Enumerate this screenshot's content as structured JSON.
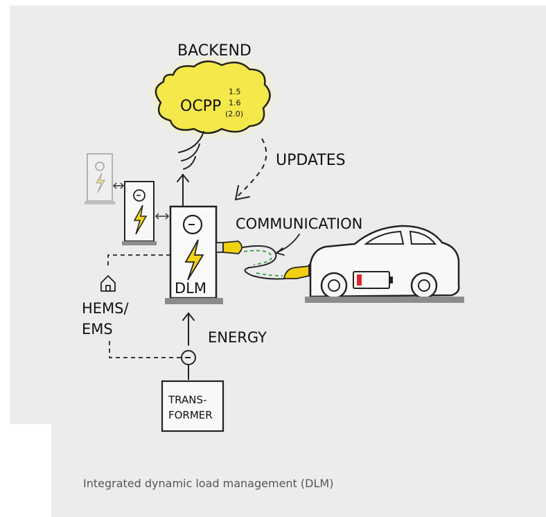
{
  "diagram": {
    "backend_label": "BACKEND",
    "cloud_main": "OCPP",
    "cloud_versions": [
      "1.5",
      "1.6",
      "(2.0)"
    ],
    "updates_label": "UPDATES",
    "communication_label": "COMMUNICATION",
    "dlm_label": "DLM",
    "hems_line1": "HEMS/",
    "hems_line2": "EMS",
    "energy_label": "ENERGY",
    "transformer_line1": "TRANS-",
    "transformer_line2": "FORMER"
  },
  "caption": "Integrated dynamic load management (DLM)",
  "colors": {
    "panel": "#ececec",
    "cloud_fill": "#f5e84a",
    "cloud_glow": "#fbf59a",
    "bolt": "#f3d21b",
    "plug": "#f0d010",
    "cable_dash": "#3fa34d",
    "battery_red": "#e0262a",
    "ground": "#8c8c8c"
  }
}
